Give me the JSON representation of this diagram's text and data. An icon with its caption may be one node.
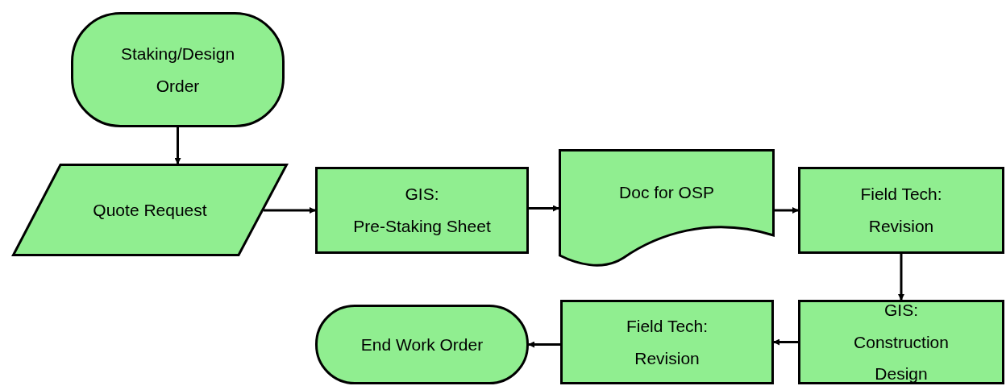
{
  "diagram": {
    "nodes": [
      {
        "text": [
          "Staking/Design Order"
        ]
      },
      {
        "text": [
          "Quote Request"
        ]
      },
      {
        "text": [
          "GIS:",
          "Pre-Staking Sheet"
        ]
      },
      {
        "text": [
          "Doc for OSP"
        ]
      },
      {
        "text": [
          "Field Tech:",
          "Revision"
        ]
      },
      {
        "text": [
          "GIS:",
          "Construction Design"
        ]
      },
      {
        "text": [
          "Field Tech:",
          "Revision"
        ]
      },
      {
        "text": [
          "End Work Order"
        ]
      }
    ],
    "edges": [
      {
        "from": 0,
        "to": 1,
        "arrow": "to"
      },
      {
        "from": 1,
        "to": 2,
        "arrow": "to"
      },
      {
        "from": 2,
        "to": 3,
        "arrow": "to"
      },
      {
        "from": 3,
        "to": 4,
        "arrow": "to"
      },
      {
        "from": 4,
        "to": 5,
        "arrow": "to"
      },
      {
        "from": 5,
        "to": 6,
        "arrow": "to"
      },
      {
        "from": 6,
        "to": 7,
        "arrow": "to"
      }
    ]
  }
}
